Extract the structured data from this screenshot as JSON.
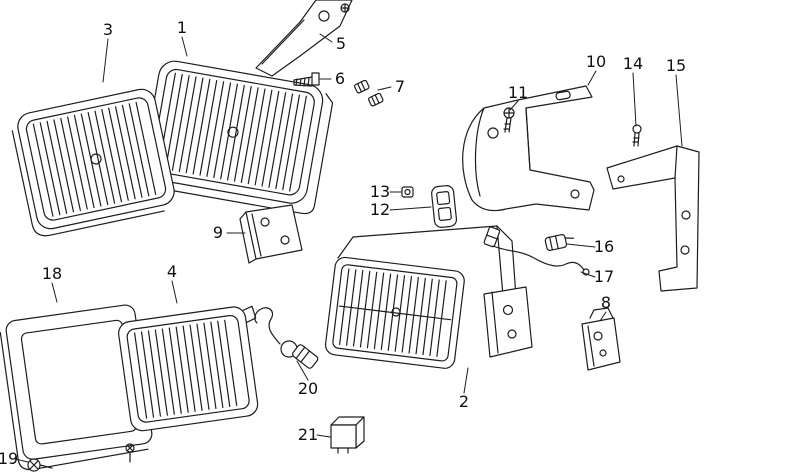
{
  "diagram": {
    "background_color": "#ffffff",
    "line_color": "#1d1d1d",
    "label_color": "#111111",
    "callouts": [
      {
        "label": "1"
      },
      {
        "label": "2"
      },
      {
        "label": "3"
      },
      {
        "label": "4"
      },
      {
        "label": "5"
      },
      {
        "label": "6"
      },
      {
        "label": "7"
      },
      {
        "label": "8"
      },
      {
        "label": "9"
      },
      {
        "label": "10"
      },
      {
        "label": "11"
      },
      {
        "label": "12"
      },
      {
        "label": "13"
      },
      {
        "label": "14"
      },
      {
        "label": "15"
      },
      {
        "label": "16"
      },
      {
        "label": "17"
      },
      {
        "label": "18"
      },
      {
        "label": "19"
      },
      {
        "label": "20"
      },
      {
        "label": "21"
      }
    ]
  }
}
